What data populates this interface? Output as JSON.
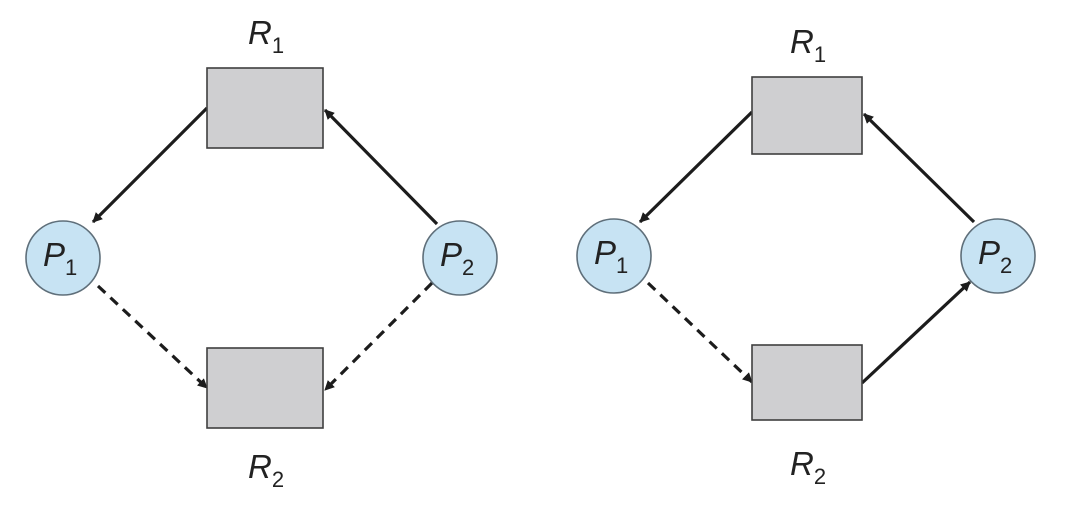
{
  "graphs": [
    {
      "id": "left",
      "resources": [
        {
          "id": "R1",
          "letter": "R",
          "sub": "1"
        },
        {
          "id": "R2",
          "letter": "R",
          "sub": "2"
        }
      ],
      "processes": [
        {
          "id": "P1",
          "letter": "P",
          "sub": "1"
        },
        {
          "id": "P2",
          "letter": "P",
          "sub": "2"
        }
      ],
      "edges": [
        {
          "from": "R1",
          "to": "P1",
          "style": "solid"
        },
        {
          "from": "P2",
          "to": "R1",
          "style": "solid"
        },
        {
          "from": "P1",
          "to": "R2",
          "style": "dashed"
        },
        {
          "from": "P2",
          "to": "R2",
          "style": "dashed"
        }
      ]
    },
    {
      "id": "right",
      "resources": [
        {
          "id": "R1",
          "letter": "R",
          "sub": "1"
        },
        {
          "id": "R2",
          "letter": "R",
          "sub": "2"
        }
      ],
      "processes": [
        {
          "id": "P1",
          "letter": "P",
          "sub": "1"
        },
        {
          "id": "P2",
          "letter": "P",
          "sub": "2"
        }
      ],
      "edges": [
        {
          "from": "R1",
          "to": "P1",
          "style": "solid"
        },
        {
          "from": "P2",
          "to": "R1",
          "style": "solid"
        },
        {
          "from": "P1",
          "to": "R2",
          "style": "dashed"
        },
        {
          "from": "R2",
          "to": "P2",
          "style": "solid"
        }
      ]
    }
  ],
  "colors": {
    "process_fill": "#c7e3f3",
    "resource_fill": "#cfcfd1",
    "edge": "#1c1c1c"
  }
}
